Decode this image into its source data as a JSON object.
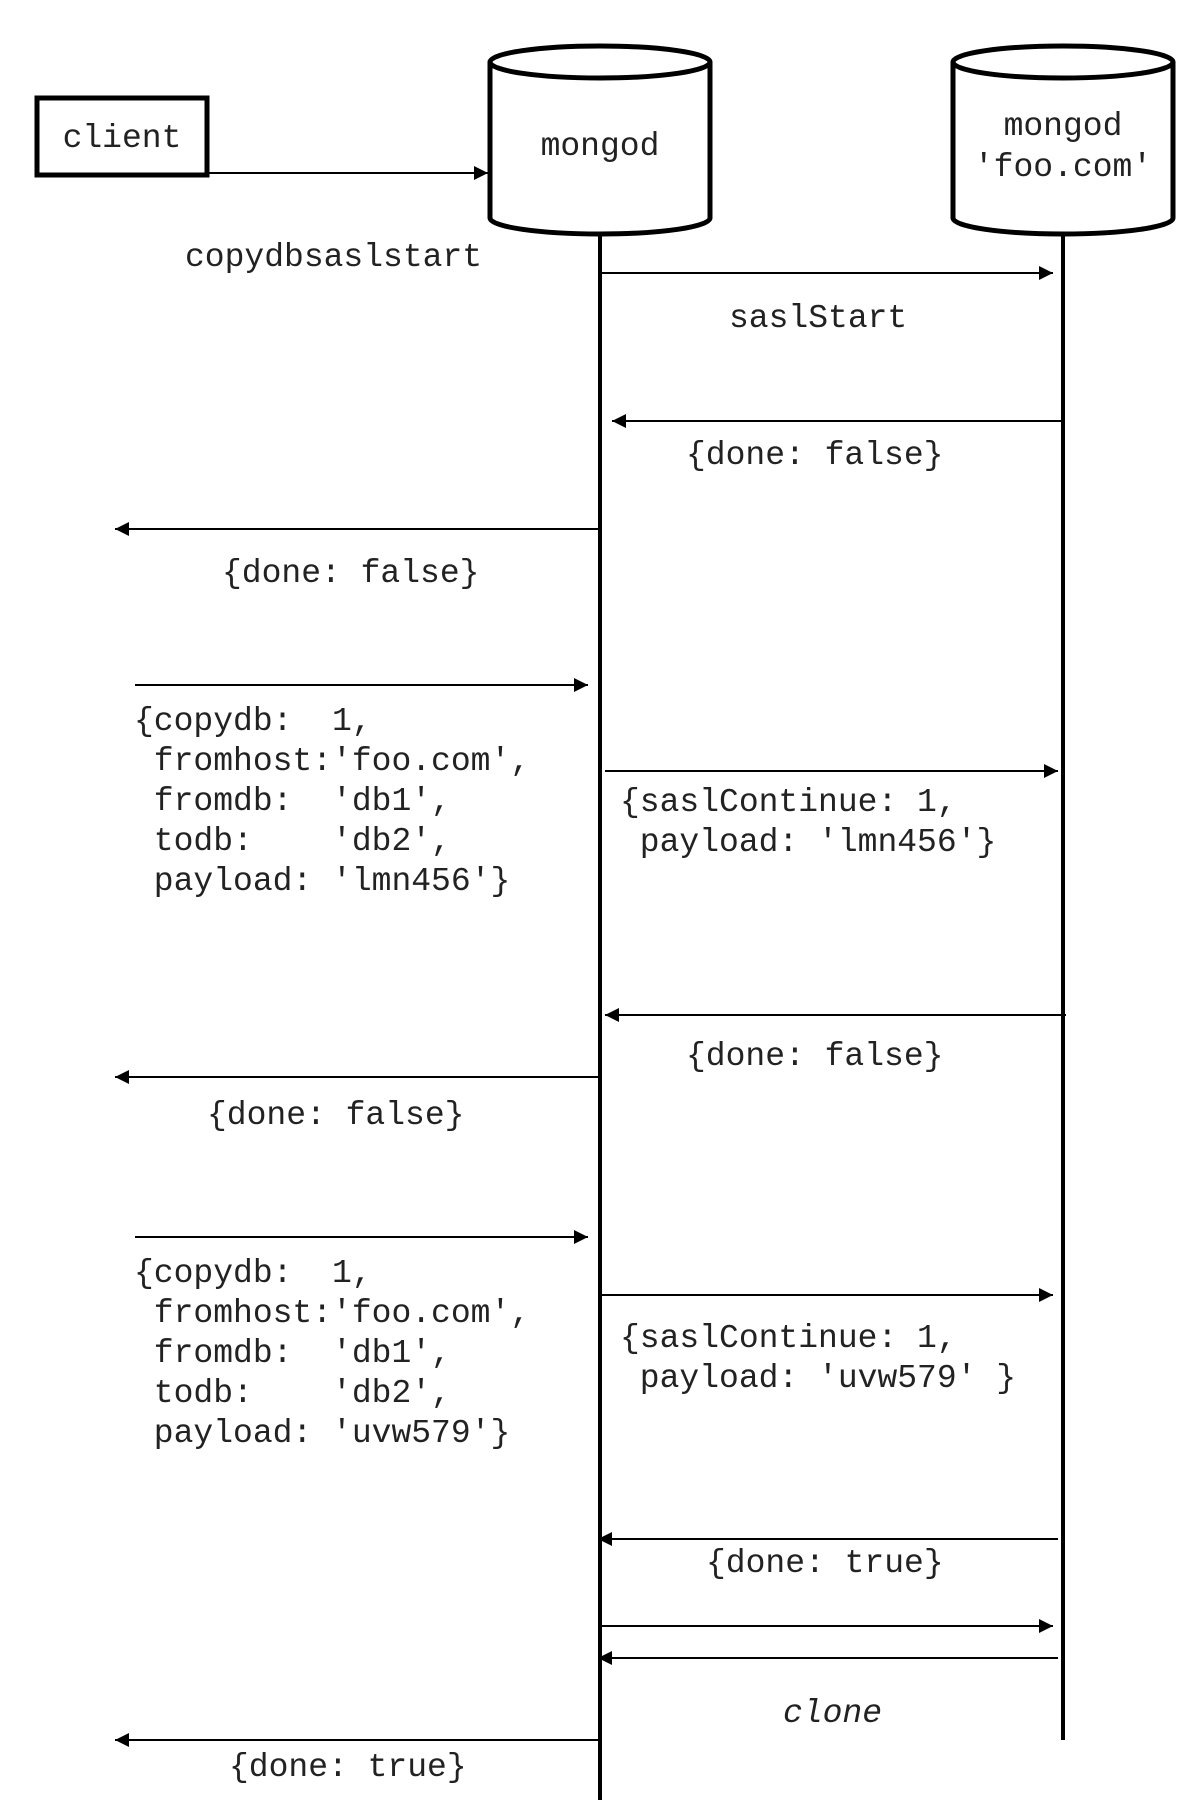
{
  "participants": {
    "client": "client",
    "mongod": "mongod",
    "remote_line1": "mongod",
    "remote_line2": "'foo.com'"
  },
  "messages": {
    "copydbsaslstart": "copydbsaslstart",
    "saslstart": "saslStart",
    "done_false_1": "{done: false}",
    "done_false_2": "{done: false}",
    "copydb1": [
      "{copydb:  1,",
      " fromhost:'foo.com',",
      " fromdb:  'db1',",
      " todb:    'db2',",
      " payload: 'lmn456'}"
    ],
    "saslcontinue1": [
      "{saslContinue: 1,",
      " payload: 'lmn456'}"
    ],
    "done_false_3": "{done: false}",
    "done_false_4": "{done: false}",
    "copydb2": [
      "{copydb:  1,",
      " fromhost:'foo.com',",
      " fromdb:  'db1',",
      " todb:    'db2',",
      " payload: 'uvw579'}"
    ],
    "saslcontinue2": [
      "{saslContinue: 1,",
      " payload: 'uvw579' }"
    ],
    "done_true_1": "{done: true}",
    "clone": "clone",
    "done_true_2": "{done: true}"
  }
}
